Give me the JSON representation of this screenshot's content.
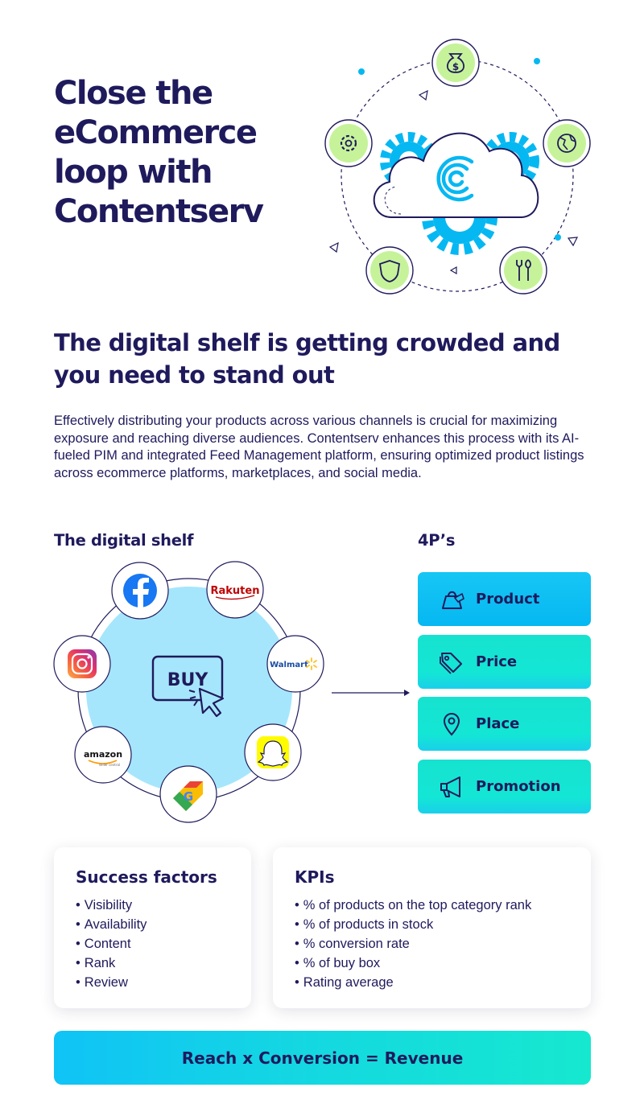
{
  "hero": {
    "title": "Close the eCommerce loop with Contentserv",
    "icons": [
      "money-bag-icon",
      "globe-icon",
      "tools-icon",
      "shield-icon",
      "settings-gear-icon",
      "contentserv-logo-icon"
    ]
  },
  "section": {
    "title": "The digital shelf is getting crowded and you need to stand out",
    "intro": "Effectively distributing your products across various channels is crucial for maximizing exposure and reaching diverse audiences. Contentserv enhances this process with its AI-fueled PIM and integrated Feed Management platform, ensuring optimized product listings across ecommerce platforms, marketplaces, and social media."
  },
  "shelf": {
    "heading": "The digital shelf",
    "center_label": "BUY",
    "channels": [
      {
        "name": "facebook",
        "label": ""
      },
      {
        "name": "rakuten",
        "label": "Rakuten"
      },
      {
        "name": "walmart",
        "label": "Walmart"
      },
      {
        "name": "snapchat",
        "label": ""
      },
      {
        "name": "google-shopping",
        "label": ""
      },
      {
        "name": "amazon",
        "label": "amazon",
        "sub": "seller central"
      },
      {
        "name": "instagram",
        "label": ""
      }
    ]
  },
  "four_ps": {
    "heading": "4P’s",
    "items": [
      {
        "label": "Product",
        "icon": "shopping-bag-icon"
      },
      {
        "label": "Price",
        "icon": "price-tag-icon"
      },
      {
        "label": "Place",
        "icon": "location-pin-icon"
      },
      {
        "label": "Promotion",
        "icon": "megaphone-icon"
      }
    ]
  },
  "success_factors": {
    "title": "Success factors",
    "items": [
      "Visibility",
      "Availability",
      "Content",
      "Rank",
      "Review"
    ]
  },
  "kpis": {
    "title": "KPIs",
    "items": [
      "% of products on the top category rank",
      "% of products in stock",
      "% conversion rate",
      "% of buy box",
      "Rating average"
    ]
  },
  "formula": "Reach x Conversion = Revenue",
  "colors": {
    "navy": "#1f1a5c",
    "cyan": "#06b8f2",
    "mint": "#14e6d5",
    "lime": "#c6f39a",
    "light_blue": "#a6e6fc"
  }
}
